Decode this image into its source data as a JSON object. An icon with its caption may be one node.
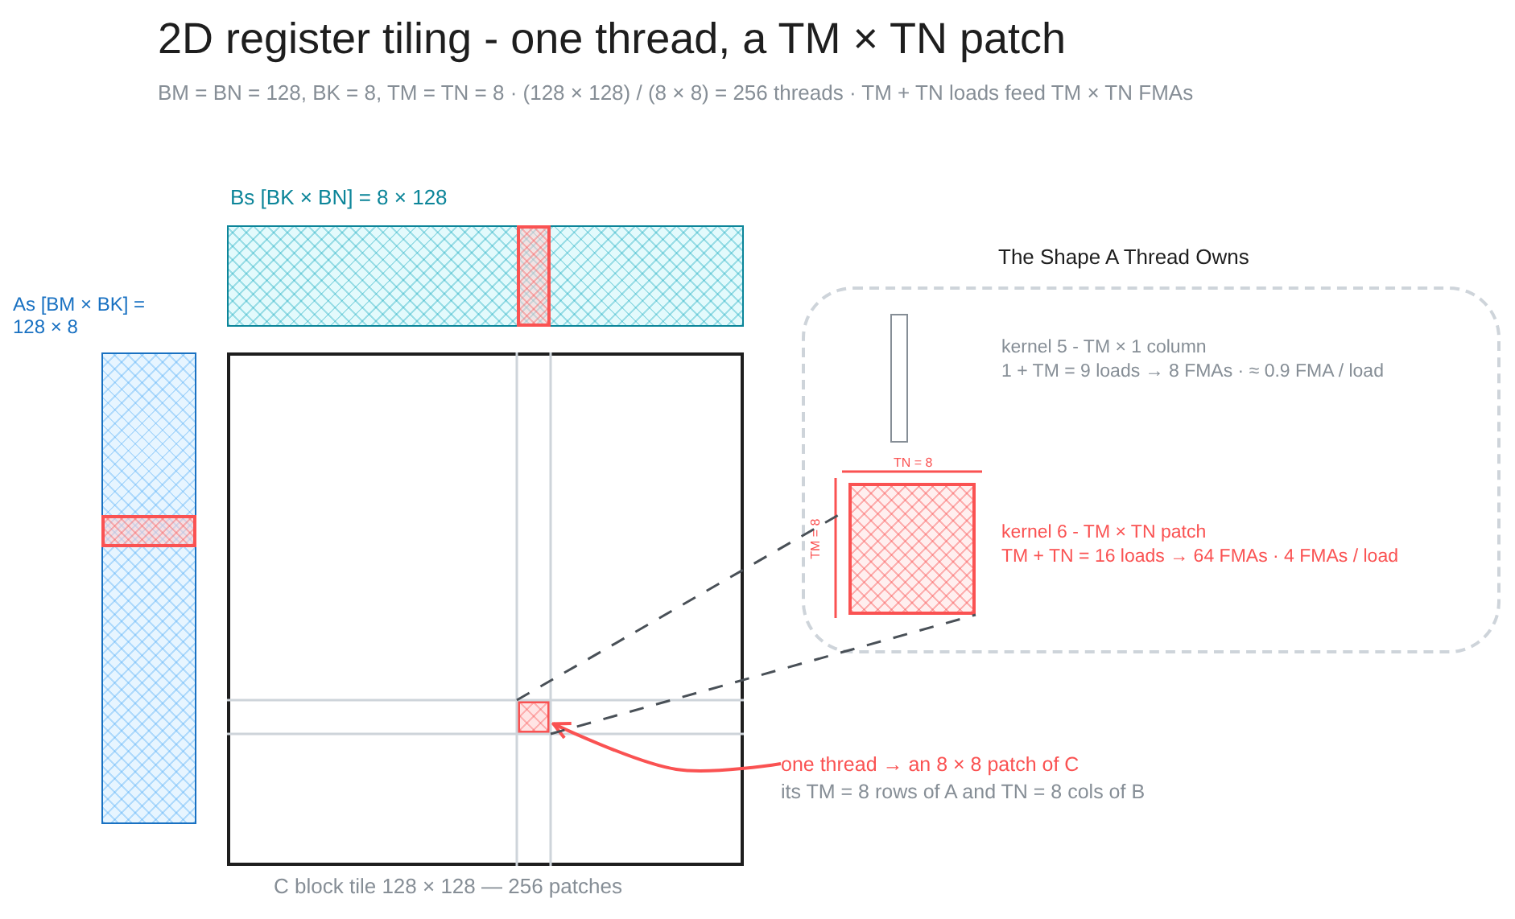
{
  "diagram": {
    "title": "2D register tiling  -  one thread, a TM × TN patch",
    "nodes": [
      {
        "text": [
          "Bs  [BK × BN] = 8 × 128"
        ]
      },
      {
        "text": [],
        "shape": "box",
        "in": 0
      },
      {
        "text": [
          "As  [BM × BK] = 128 × 8"
        ]
      },
      {
        "text": [],
        "shape": "box",
        "in": 2
      },
      {
        "text": [
          "C block tile  128 × 128  —  256 patches"
        ]
      },
      {
        "text": [],
        "shape": "box",
        "in": 4
      },
      {
        "text": [
          "The Shape A Thread Owns"
        ]
      },
      {
        "text": [],
        "shape": "box",
        "in": 6,
        "beside": [
          "kernel 5  -  TM × 1 column",
          "1 + TM = 9 loads  →  8 FMAs  ·  ≈ 0.9 FMA / load"
        ]
      },
      {
        "text": [],
        "shape": "box",
        "in": 6,
        "beside": [
          "kernel 6  -  TM × TN patch",
          "TM + TN = 16 loads  →  64 FMAs  ·  4 FMAs / load"
        ]
      },
      {
        "text": [
          "one thread  →  an 8 × 8 patch of C",
          "its TM = 8 rows of A  and  TN = 8 cols of B"
        ]
      }
    ],
    "edges": [
      {
        "from": 9,
        "to": 5,
        "arrow": "to",
        "color": "#fa5252"
      },
      {
        "from": 5,
        "to": 8,
        "arrow": "none",
        "style": "dashed"
      },
      {
        "from": 5,
        "to": 8,
        "arrow": "none",
        "style": "dashed"
      }
    ],
    "labels": [
      "BM = BN = 128,  BK = 8,  TM = TN = 8  ·  (128 × 128) / (8 × 8) = 256 threads  ·  TM + TN loads feed TM × TN FMAs",
      "TN = 8",
      "TM = 8"
    ]
  }
}
